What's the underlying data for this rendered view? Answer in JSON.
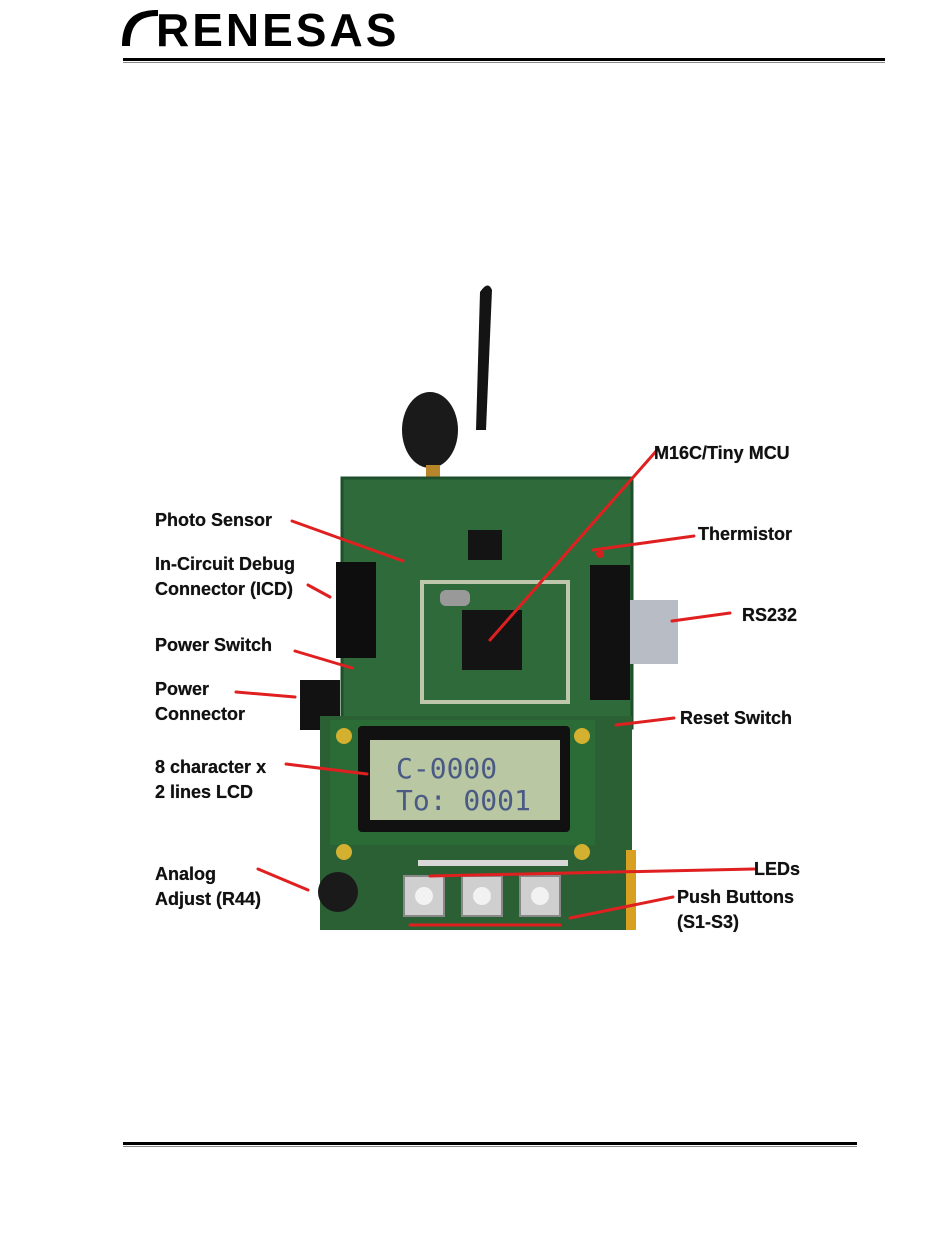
{
  "header": {
    "brand": "RENESAS"
  },
  "figure": {
    "labels": {
      "photo_sensor": "Photo Sensor",
      "icd_line1": "In-Circuit Debug",
      "icd_line2": "Connector (ICD)",
      "power_switch": "Power Switch",
      "power_connector_line1": "Power",
      "power_connector_line2": "Connector",
      "lcd_line1": "8 character x",
      "lcd_line2": "2 lines LCD",
      "analog_line1": "Analog",
      "analog_line2": "Adjust (R44)",
      "mcu": "M16C/Tiny MCU",
      "thermistor": "Thermistor",
      "rs232": "RS232",
      "reset_switch": "Reset Switch",
      "leds": "LEDs",
      "push_buttons_line1": "Push Buttons",
      "push_buttons_line2": "(S1-S3)"
    },
    "lcd_display": {
      "line1": "C-0000",
      "line2": "To: 0001"
    },
    "colors": {
      "pcb": "#2f6b3a",
      "pcb_dark": "#1f4f2a",
      "lcd_screen": "#b9c7a3",
      "lcd_text": "#4a5a85",
      "leader_line": "#e02020"
    }
  }
}
